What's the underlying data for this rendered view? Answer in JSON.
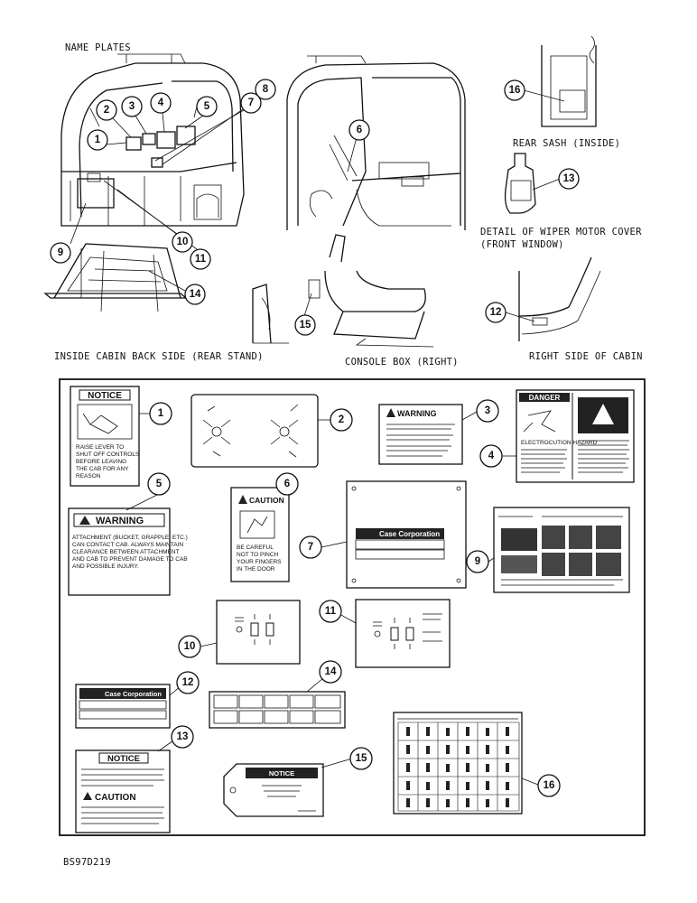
{
  "labels": {
    "name_plates": "NAME PLATES",
    "rear_sash": "REAR SASH (INSIDE)",
    "wiper_detail_1": "DETAIL OF WIPER MOTOR COVER",
    "wiper_detail_2": "(FRONT WINDOW)",
    "inside_cabin": "INSIDE CABIN BACK SIDE (REAR STAND)",
    "console_box": "CONSOLE BOX (RIGHT)",
    "right_side": "RIGHT SIDE OF CABIN",
    "figure_id": "BS97D219"
  },
  "callouts": [
    "1",
    "2",
    "3",
    "4",
    "5",
    "6",
    "7",
    "8",
    "9",
    "10",
    "11",
    "12",
    "13",
    "14",
    "15",
    "16"
  ],
  "decals": {
    "d1": {
      "title": "NOTICE",
      "lines": [
        "RAISE LEVER TO",
        "SHUT OFF CONTROLS",
        "BEFORE LEAVING",
        "THE CAB FOR ANY",
        "REASON"
      ]
    },
    "d3": {
      "title": "WARNING"
    },
    "d4": {
      "title": "DANGER",
      "caption": "ELECTROCUTION HAZARD"
    },
    "d5": {
      "title": "WARNING",
      "lines": [
        "ATTACHMENT (BUCKET, GRAPPLE, ETC.)",
        "CAN CONTACT CAB. ALWAYS MAINTAIN",
        "CLEARANCE BETWEEN ATTACHMENT",
        "AND CAB TO PREVENT DAMAGE TO CAB",
        "AND POSSIBLE INJURY."
      ]
    },
    "d6": {
      "title": "CAUTION",
      "lines": [
        "BE CAREFUL",
        "NOT TO PINCH",
        "YOUR FINGERS",
        "IN THE DOOR"
      ]
    },
    "d7": {
      "brand": "Case Corporation"
    },
    "d12": {
      "brand": "Case Corporation"
    },
    "d13": {
      "title1": "NOTICE",
      "title2": "CAUTION"
    },
    "d15": {
      "title": "NOTICE"
    }
  }
}
